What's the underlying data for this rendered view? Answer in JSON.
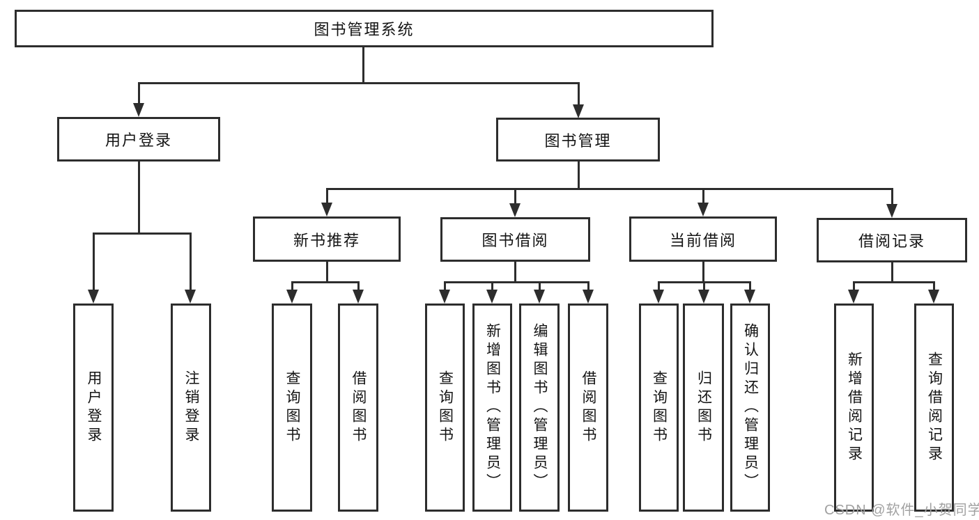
{
  "nodes": {
    "root": "图书管理系统",
    "level2": [
      "用户登录",
      "图书管理"
    ],
    "level3": [
      "新书推荐",
      "图书借阅",
      "当前借阅",
      "借阅记录"
    ],
    "leaves": [
      "用户登录",
      "注销登录",
      "查询图书",
      "借阅图书",
      "查询图书",
      "新增图书（管理员）",
      "编辑图书（管理员）",
      "借阅图书",
      "查询图书",
      "归还图书",
      "确认归还（管理员）",
      "新增借阅记录",
      "查询借阅记录"
    ]
  },
  "watermark": "CSDN @软件_小贺同学",
  "colors": {
    "line": "#2d2d2d",
    "text": "#141414",
    "background": "#ffffff",
    "watermark": "#a1a1a1"
  }
}
